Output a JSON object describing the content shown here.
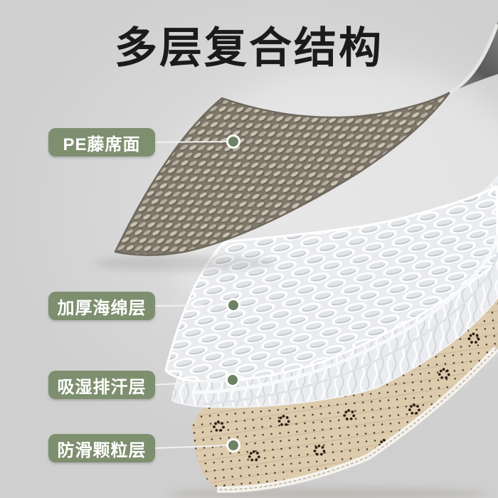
{
  "title": "多层复合结构",
  "layers": [
    {
      "label": "PE藤席面",
      "name": "pe-rattan-surface"
    },
    {
      "label": "加厚海绵层",
      "name": "thick-sponge-layer"
    },
    {
      "label": "吸湿排汗层",
      "name": "moisture-wicking-layer"
    },
    {
      "label": "防滑颗粒层",
      "name": "anti-slip-particle-layer"
    }
  ],
  "colors": {
    "title_text": "#1b1b1b",
    "label_background": "#7e8f6f",
    "label_text": "#ffffff",
    "callout_dot": "#6d8163",
    "callout_line": "#f2f2f2",
    "background_gray": "#d5d5d5",
    "rattan_tan": "#8a8275",
    "sponge_white": "#eff1f3",
    "particle_beige": "#ddcbad"
  }
}
